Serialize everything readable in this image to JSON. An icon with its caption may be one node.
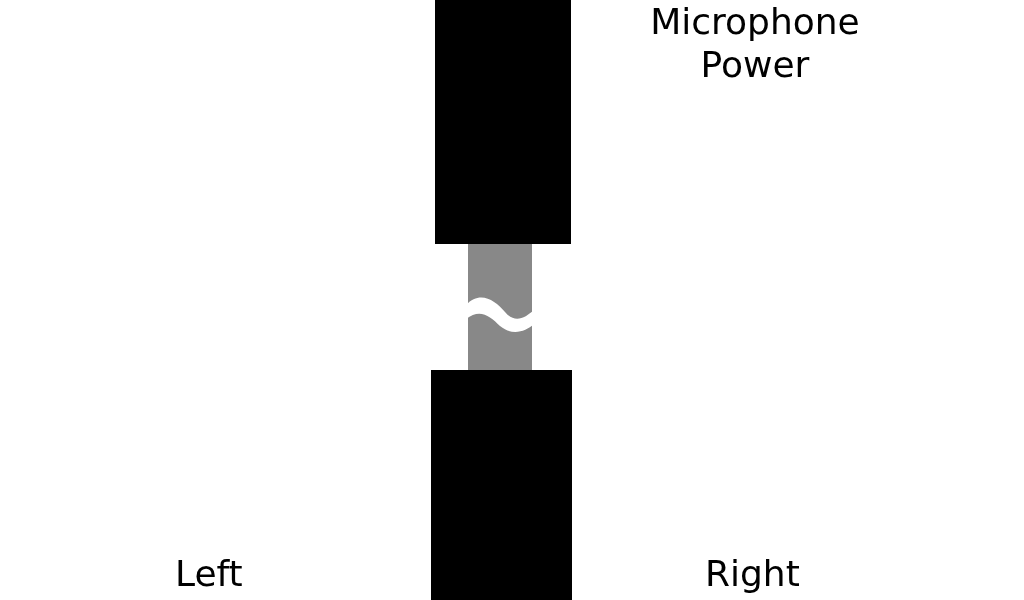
{
  "diagram": {
    "labels": [
      "Microphone Power",
      "Left",
      "Right"
    ]
  }
}
